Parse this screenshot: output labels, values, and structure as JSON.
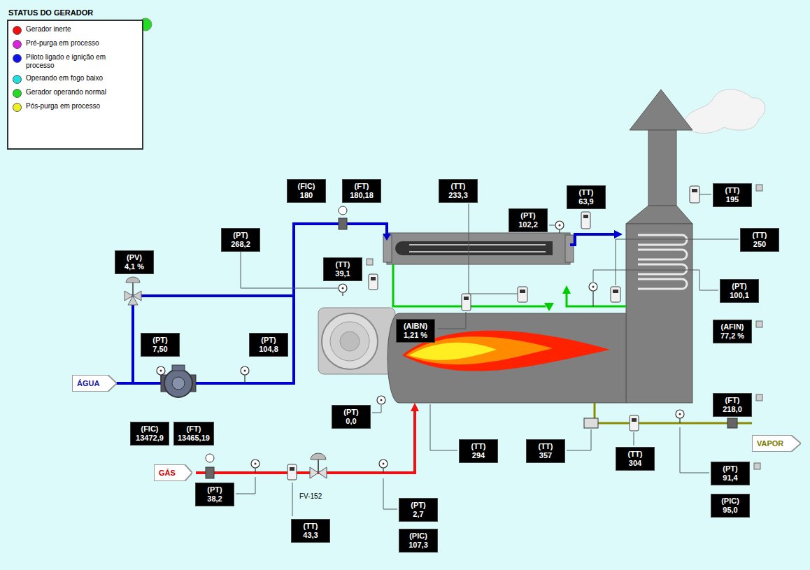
{
  "diagram": {
    "title": "STATUS DO GERADOR",
    "nodes": [
      {
        "text": [
          "(FIC)",
          "180"
        ]
      },
      {
        "text": [
          "(FT)",
          "180,18"
        ]
      },
      {
        "text": [
          "(TT)",
          "233,3"
        ]
      },
      {
        "text": [
          "(TT)",
          "195"
        ]
      },
      {
        "text": [
          "(TT)",
          "63,9"
        ]
      },
      {
        "text": [
          "(PT)",
          "102,2"
        ]
      },
      {
        "text": [
          "(PT)",
          "268,2"
        ]
      },
      {
        "text": [
          "(TT)",
          "250"
        ]
      },
      {
        "text": [
          "(PV)",
          "4,1 %"
        ]
      },
      {
        "text": [
          "(TT)",
          "39,1"
        ]
      },
      {
        "text": [
          "(PT)",
          "100,1"
        ]
      },
      {
        "text": [
          "(AIBN)",
          "1,21 %"
        ]
      },
      {
        "text": [
          "(AFIN)",
          "77,2 %"
        ]
      },
      {
        "text": [
          "(PT)",
          "7,50"
        ]
      },
      {
        "text": [
          "(PT)",
          "104,8"
        ]
      },
      {
        "text": [
          "ÁGUA"
        ]
      },
      {
        "text": [
          "(FT)",
          "218,0"
        ]
      },
      {
        "text": [
          "(PT)",
          "0,0"
        ]
      },
      {
        "text": [
          "(FIC)",
          "13472,9"
        ]
      },
      {
        "text": [
          "(FT)",
          "13465,19"
        ]
      },
      {
        "text": [
          "VAPOR"
        ]
      },
      {
        "text": [
          "(TT)",
          "294"
        ]
      },
      {
        "text": [
          "(TT)",
          "357"
        ]
      },
      {
        "text": [
          "(TT)",
          "304"
        ]
      },
      {
        "text": [
          "(PT)",
          "91,4"
        ]
      },
      {
        "text": [
          "GÁS"
        ]
      },
      {
        "text": [
          "(PT)",
          "38,2"
        ]
      },
      {
        "text": [
          "(PIC)",
          "95,0"
        ]
      },
      {
        "text": [
          "(PT)",
          "2,7"
        ]
      },
      {
        "text": [
          "(TT)",
          "43,3"
        ]
      },
      {
        "text": [
          "(PIC)",
          "107,3"
        ]
      }
    ],
    "labels": [
      "FV-152"
    ],
    "legend": [
      {
        "text": "Gerador inerte",
        "color": "#ee1111"
      },
      {
        "text": "Pré-purga em processo",
        "color": "#dd22dd"
      },
      {
        "text": "Piloto ligado e ignição em processo",
        "color": "#1111ee"
      },
      {
        "text": "Operando em fogo baixo",
        "color": "#22dddd"
      },
      {
        "text": "Gerador operando normal",
        "color": "#22dd22"
      },
      {
        "text": "Pós-purga em processo",
        "color": "#eeee22"
      }
    ]
  }
}
